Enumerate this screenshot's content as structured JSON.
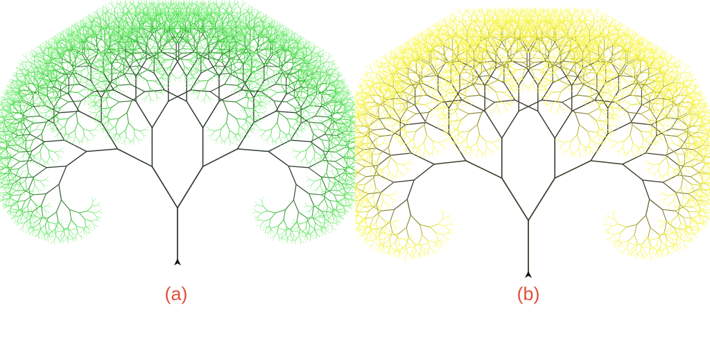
{
  "panels": [
    {
      "id": "a",
      "label": "(a)",
      "foliage_color": "#2fd42f",
      "leaf_light": "#8ef28e",
      "branch_color": "#2d3a2d"
    },
    {
      "id": "b",
      "label": "(b)",
      "foliage_color": "#f2ee2a",
      "leaf_light": "#fbf96a",
      "branch_color": "#3a3a2a"
    }
  ],
  "colors": {
    "label": "#e0503a",
    "arrow": "#111111"
  }
}
